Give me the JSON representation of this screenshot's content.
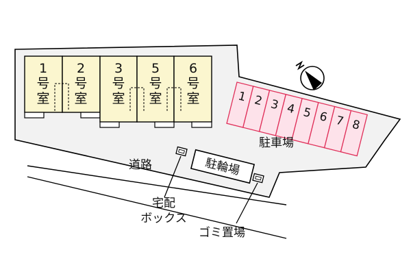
{
  "units": [
    {
      "number": "1",
      "suffix1": "号",
      "suffix2": "室"
    },
    {
      "number": "2",
      "suffix1": "号",
      "suffix2": "室"
    },
    {
      "number": "3",
      "suffix1": "号",
      "suffix2": "室"
    },
    {
      "number": "5",
      "suffix1": "号",
      "suffix2": "室"
    },
    {
      "number": "6",
      "suffix1": "号",
      "suffix2": "室"
    }
  ],
  "parking": {
    "label": "駐車場",
    "slots": [
      "1",
      "2",
      "3",
      "4",
      "5",
      "6",
      "7",
      "8"
    ]
  },
  "bicycle_parking": {
    "label": "駐輪場"
  },
  "road": {
    "label": "道路"
  },
  "delivery_box": {
    "line1": "宅配",
    "line2": "ボックス"
  },
  "garbage": {
    "label": "ゴミ置場"
  },
  "colors": {
    "unit_fill": "#fbf6cf",
    "site_fill": "#f2f2f2",
    "parking_fill": "#fde2ea",
    "parking_stroke": "#e0305a"
  }
}
